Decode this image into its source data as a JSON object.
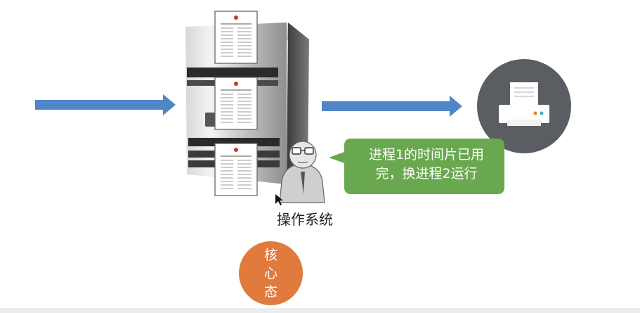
{
  "speech_bubble": {
    "line1": "进程1的时间片已用",
    "line2": "完，换进程2运行"
  },
  "os_label": "操作系统",
  "mode_label": {
    "char1": "核",
    "char2": "心",
    "char3": "态"
  },
  "icons": [
    "right-arrow-icon",
    "server-tower-icon",
    "document-icon",
    "operating-system-person-icon",
    "printer-icon",
    "mouse-cursor-icon"
  ],
  "colors": {
    "arrow": "#4f86c6",
    "speech_bubble": "#6aa84f",
    "printer_circle": "#5a5e63",
    "mode_circle": "#e07a3d"
  }
}
